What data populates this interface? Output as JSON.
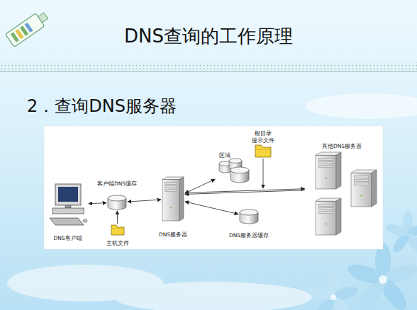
{
  "diagram": {
    "title": "DNS查询的工作原理",
    "nodes": [
      {
        "text": [
          "DNS客户端"
        ]
      },
      {
        "text": [
          "客户端DNS缓存"
        ]
      },
      {
        "text": [
          "主机文件"
        ]
      },
      {
        "text": [
          "DNS服务器"
        ]
      },
      {
        "text": [
          "区域"
        ]
      },
      {
        "text": [
          "根目录 提示文件"
        ]
      },
      {
        "text": [
          "DNS服务器缓存"
        ]
      },
      {
        "text": [
          "其他DNS服务器"
        ]
      }
    ],
    "edges": [
      {
        "from": 0,
        "to": 1,
        "arrow": "both"
      },
      {
        "from": 1,
        "to": 3,
        "arrow": "both"
      },
      {
        "from": 2,
        "to": 1,
        "arrow": "to"
      },
      {
        "from": 3,
        "to": 4,
        "arrow": "both"
      },
      {
        "from": 3,
        "to": 7,
        "arrow": "to"
      },
      {
        "from": 7,
        "to": 3,
        "arrow": "to"
      },
      {
        "from": 3,
        "to": 6,
        "arrow": "both"
      }
    ],
    "labels": [
      "2．查询DNS服务器"
    ]
  }
}
